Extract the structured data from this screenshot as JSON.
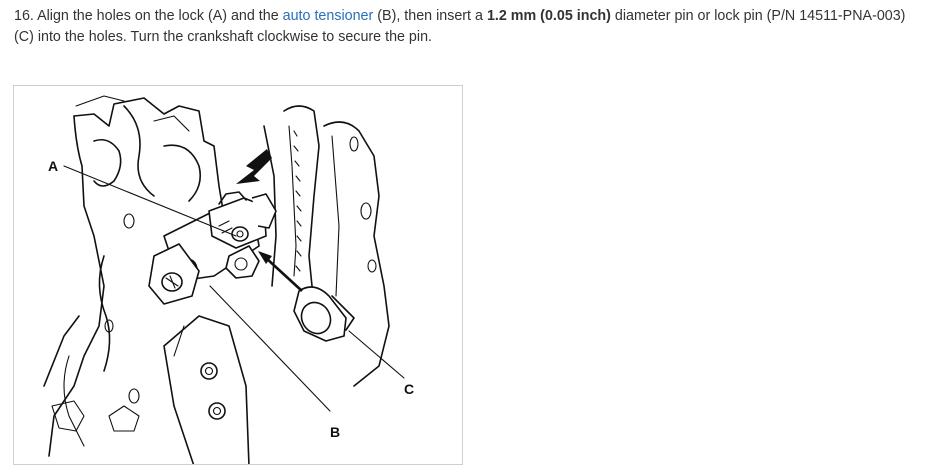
{
  "step": {
    "number": "16.",
    "text_1": "Align the holes on the lock (A) and the",
    "link_label": "auto tensioner",
    "text_2": "(B), then insert a",
    "bold_size": "1.2 mm (0.05 inch)",
    "text_3": "diameter pin or lock pin (P/N 14511-PNA-003) (C) into the holes. Turn the crankshaft clockwise to secure the pin."
  },
  "figure": {
    "callouts": {
      "a": "A",
      "b": "B",
      "c": "C"
    }
  },
  "colors": {
    "text": "#333333",
    "link": "#2a6ebb",
    "frame_border": "#cfcfcf"
  }
}
